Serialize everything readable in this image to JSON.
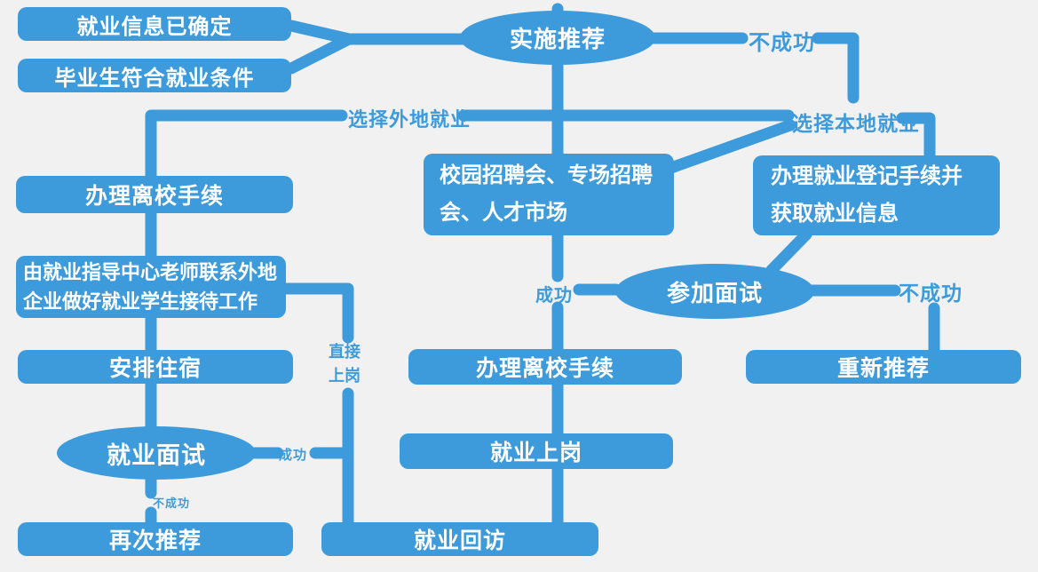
{
  "colors": {
    "accent": "#3d9bdb",
    "background": "#f1f1f2",
    "node_text": "#ffffff"
  },
  "nodes": {
    "info_confirmed": "就业信息已确定",
    "grad_qualified": "毕业生符合就业条件",
    "implement_recommend": "实施推荐",
    "leave_school_left": "办理离校手续",
    "guidance_center": "由就业指导中心老师联系外地企业做好就业学生接待工作",
    "arrange_lodging": "安排住宿",
    "job_interview": "就业面试",
    "again_recommend": "再次推荐",
    "job_fair": "校园招聘会、专场招聘会、人才市场",
    "leave_school_mid": "办理离校手续",
    "start_work": "就业上岗",
    "follow_up": "就业回访",
    "registration": "办理就业登记手续并获取就业信息",
    "attend_interview": "参加面试",
    "re_recommend": "重新推荐"
  },
  "edge_labels": {
    "unsuccessful_top": "不成功",
    "choose_remote": "选择外地就业",
    "choose_local": "选择本地就业",
    "success_mid": "成功",
    "unsuccessful_right": "不成功",
    "direct_work": "直接上岗",
    "success_left": "成功",
    "unsuccessful_left": "不成功"
  }
}
